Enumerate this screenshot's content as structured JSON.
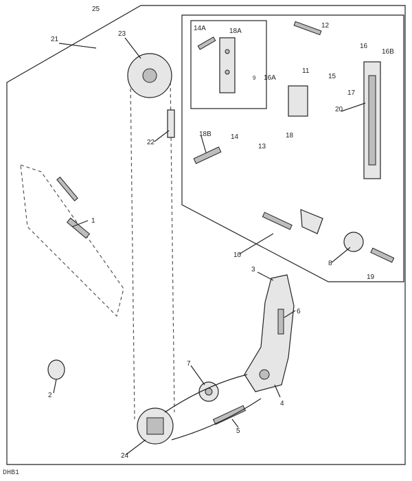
{
  "callouts": {
    "c1": "1",
    "c2": "2",
    "c3": "3",
    "c4": "4",
    "c5": "5",
    "c6": "6",
    "c7": "7",
    "c8": "8",
    "c9": "9",
    "c10": "10",
    "c11": "11",
    "c12": "12",
    "c13": "13",
    "c14": "14",
    "c14a": "14A",
    "c15": "15",
    "c16": "16",
    "c16a": "16A",
    "c16b": "16B",
    "c17": "17",
    "c18": "18",
    "c18a": "18A",
    "c18b": "18B",
    "c19": "19",
    "c20": "20",
    "c21": "21",
    "c22": "22",
    "c23": "23",
    "c24": "24",
    "c25": "25"
  },
  "figure_code": "DHB1",
  "colors": {
    "ink": "#222222",
    "paper": "#ffffff",
    "shade": "#bdbdbd"
  }
}
